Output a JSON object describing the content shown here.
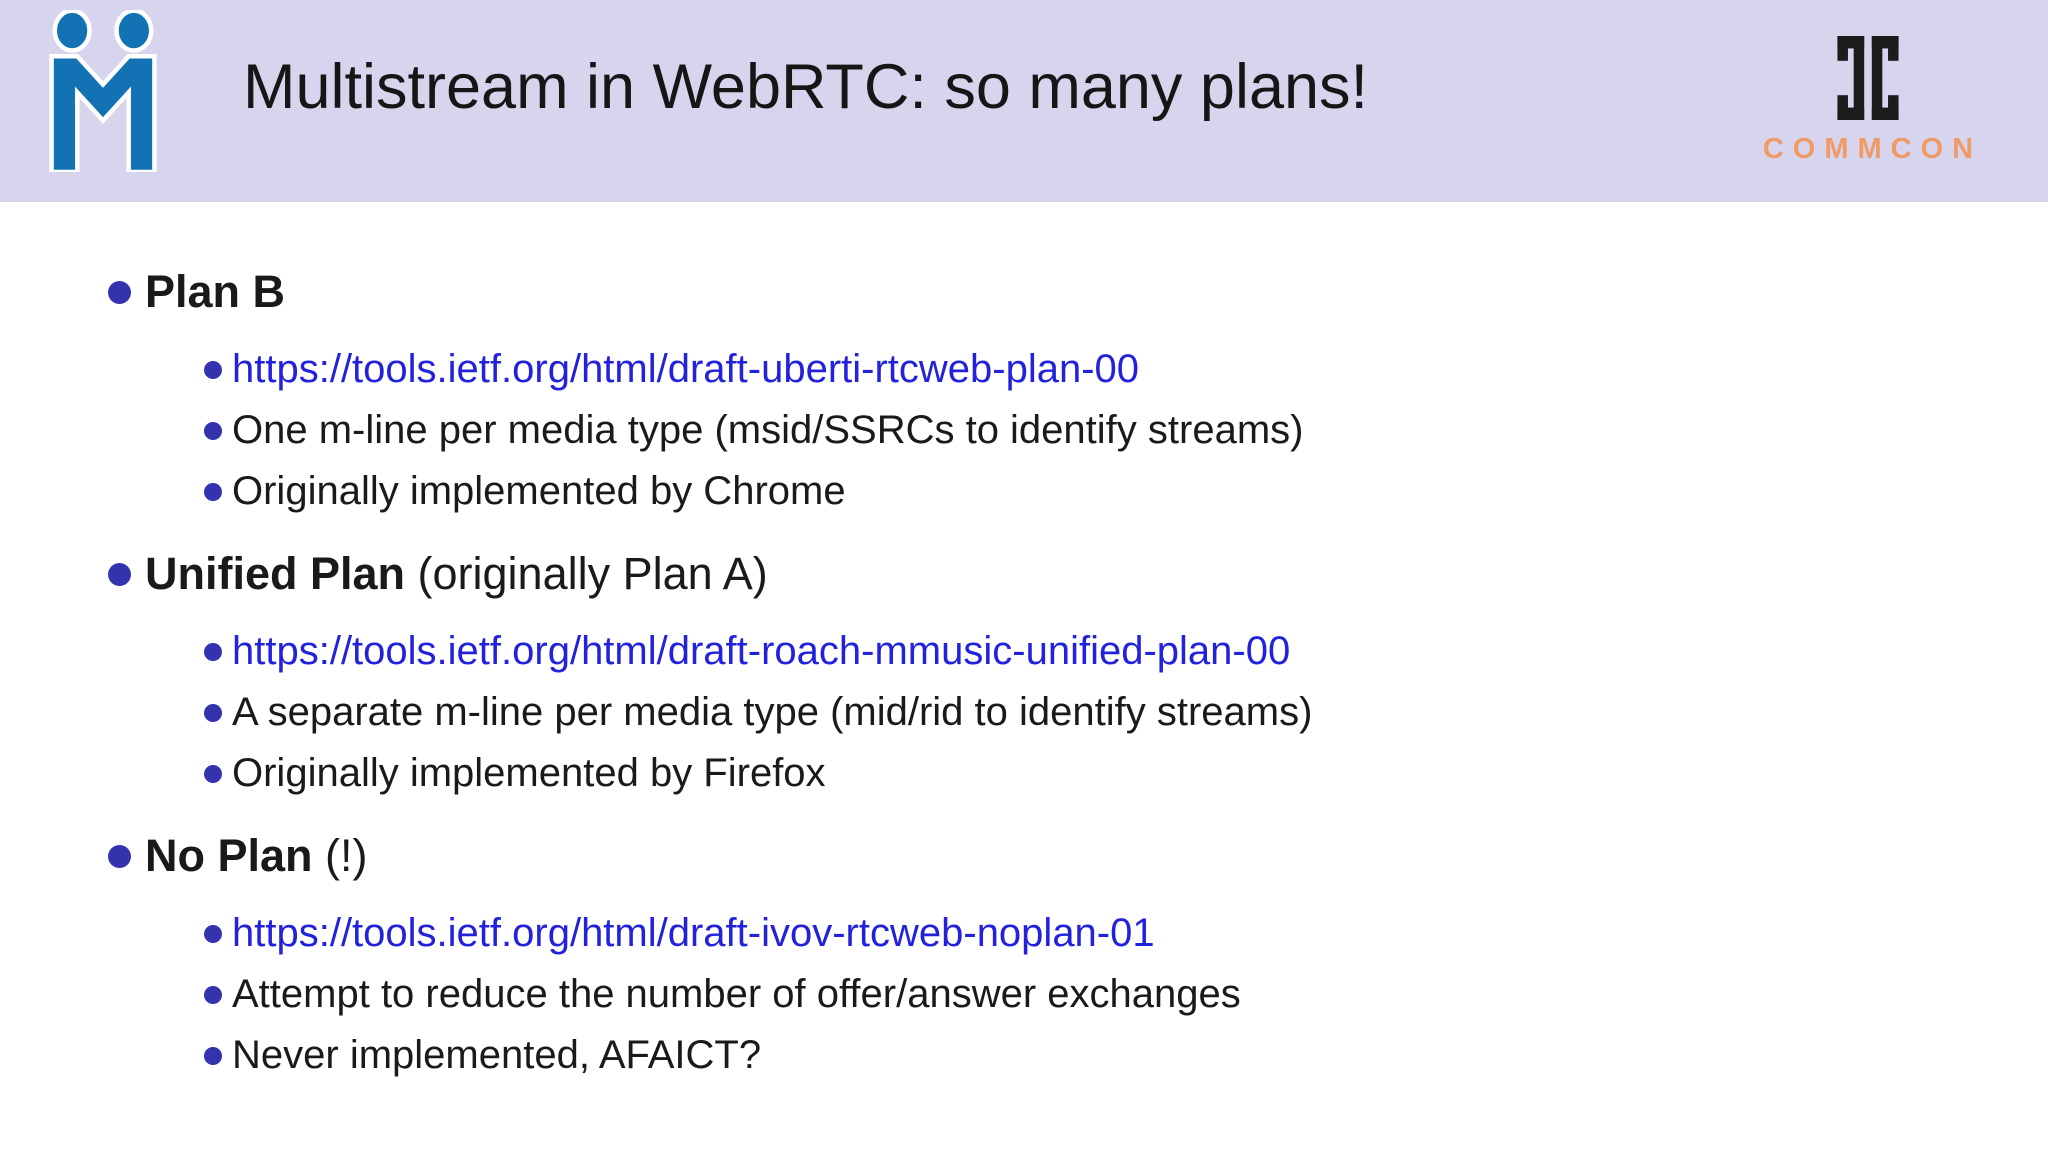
{
  "colors": {
    "header_bg": "#d7d4ed",
    "body_bg": "#ffffff",
    "title_color": "#161616",
    "text_color": "#1a1a1a",
    "bullet_color": "#3333ae",
    "link_color": "#2222dd",
    "logo_blue": "#1272b4",
    "commcon_orange": "#f09a68",
    "commcon_mark": "#1c1c1c"
  },
  "header": {
    "title": "Multistream in WebRTC: so many plans!",
    "left_logo_icon": "two-people-m-logo-icon",
    "commcon": {
      "mark_icon": "commcon-cc-monogram-icon",
      "label": "COMMCON"
    }
  },
  "slide": {
    "sections": [
      {
        "title": "Plan B",
        "suffix": "",
        "items": [
          {
            "text": "https://tools.ietf.org/html/draft-uberti-rtcweb-plan-00",
            "link": true
          },
          {
            "text": "One m-line per media type (msid/SSRCs to identify streams)",
            "link": false
          },
          {
            "text": "Originally implemented by Chrome",
            "link": false
          }
        ]
      },
      {
        "title": "Unified Plan",
        "suffix": " (originally Plan A)",
        "items": [
          {
            "text": "https://tools.ietf.org/html/draft-roach-mmusic-unified-plan-00",
            "link": true
          },
          {
            "text": "A separate m-line per media type (mid/rid to identify streams)",
            "link": false
          },
          {
            "text": "Originally implemented by Firefox",
            "link": false
          }
        ]
      },
      {
        "title": "No Plan",
        "suffix": " (!)",
        "items": [
          {
            "text": "https://tools.ietf.org/html/draft-ivov-rtcweb-noplan-01",
            "link": true
          },
          {
            "text": "Attempt to reduce the number of offer/answer exchanges",
            "link": false
          },
          {
            "text": "Never implemented, AFAICT?",
            "link": false
          }
        ]
      }
    ]
  }
}
